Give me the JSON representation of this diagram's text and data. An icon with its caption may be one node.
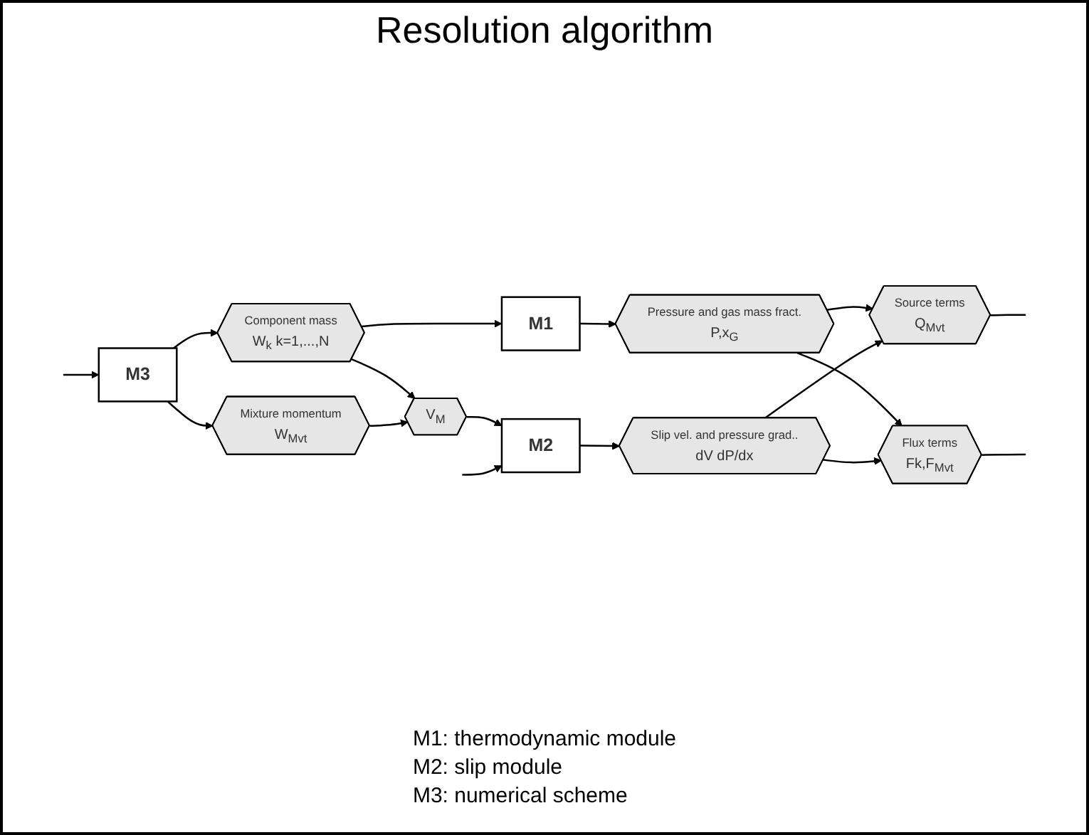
{
  "diagram": {
    "title": "Resolution algorithm",
    "nodes": [
      {
        "text": [
          "M3"
        ]
      },
      {
        "text": [
          "Component mass",
          "W$_{k}$ k=1,...,N"
        ]
      },
      {
        "text": [
          "M1"
        ]
      },
      {
        "text": [
          "Pressure and gas mass fract.",
          "P,x$_{G}$"
        ]
      },
      {
        "text": [
          "V$_{M}$"
        ]
      },
      {
        "text": [
          "M2"
        ]
      },
      {
        "text": [
          "Slip vel. and pressure grad..",
          "dV dP/dx"
        ]
      },
      {
        "text": [
          "Mixture momentum",
          "W$_{Mvt}$"
        ]
      },
      {
        "text": [
          "Source terms",
          "Q$_{Mvt}$"
        ]
      },
      {
        "text": [
          "Flux terms",
          "Fk,F$_{Mvt}$"
        ]
      }
    ],
    "edges": [
      {
        "from": 0,
        "to": 1,
        "arrow": "to"
      },
      {
        "from": 0,
        "to": 7,
        "arrow": "to"
      },
      {
        "from": 1,
        "to": 2,
        "arrow": "to"
      },
      {
        "from": 2,
        "to": 3,
        "arrow": "to"
      },
      {
        "from": 1,
        "to": 4,
        "arrow": "to"
      },
      {
        "from": 7,
        "to": 4,
        "arrow": "to"
      },
      {
        "from": 4,
        "to": 5,
        "arrow": "to"
      },
      {
        "from": null,
        "to": 5,
        "arrow": "to"
      },
      {
        "from": 5,
        "to": 6,
        "arrow": "to"
      },
      {
        "from": 3,
        "to": 8,
        "arrow": "to"
      },
      {
        "from": 3,
        "to": 9,
        "arrow": "to"
      },
      {
        "from": 6,
        "to": 8,
        "arrow": "to"
      },
      {
        "from": 6,
        "to": 9,
        "arrow": "to"
      },
      {
        "from": null,
        "to": 0,
        "arrow": "to"
      },
      {
        "from": 8,
        "to": null,
        "arrow": "none"
      },
      {
        "from": 9,
        "to": null,
        "arrow": "none"
      }
    ],
    "labels": [
      "M1: thermodynamic module",
      "M2: slip module",
      "M3: numerical scheme"
    ]
  }
}
